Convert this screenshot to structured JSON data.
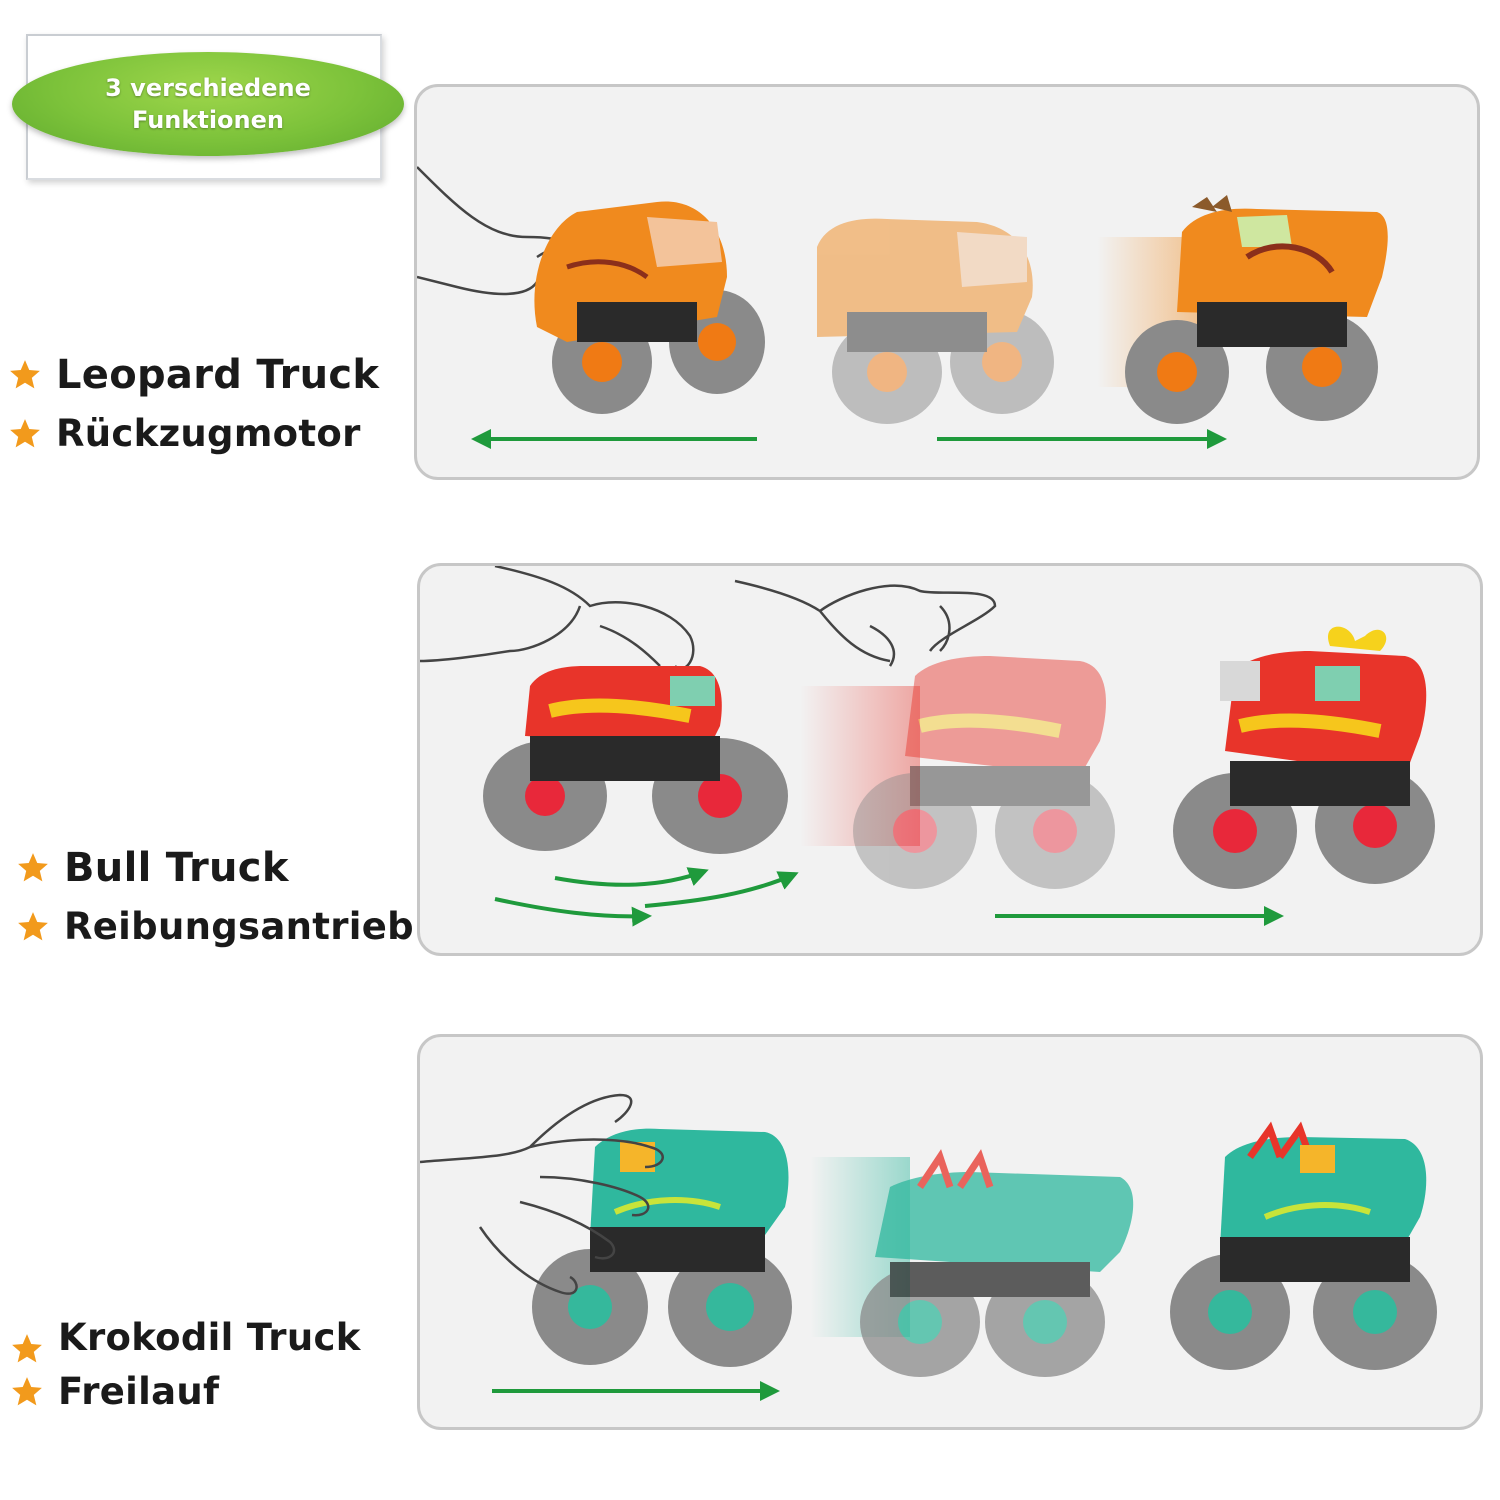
{
  "badge": {
    "line1": "3 verschiedene",
    "line2": "Funktionen"
  },
  "trucks": [
    {
      "name": "Leopard Truck",
      "feature": "Rückzugmotor",
      "body_color": "#f08a1e",
      "hub_color": "#f07a14"
    },
    {
      "name": "Bull Truck",
      "feature": "Reibungsantrieb",
      "body_color": "#e8342a",
      "hub_color": "#e8283a"
    },
    {
      "name": "Krokodil Truck",
      "feature": "Freilauf",
      "body_color": "#2fb89e",
      "hub_color": "#35b89c"
    }
  ],
  "colors": {
    "star": "#f29a1c",
    "arrow": "#1f9a3c",
    "badge": "#7cc23a"
  },
  "icons": [
    "star-icon",
    "arrow-icon",
    "hand-icon",
    "truck-icon"
  ]
}
